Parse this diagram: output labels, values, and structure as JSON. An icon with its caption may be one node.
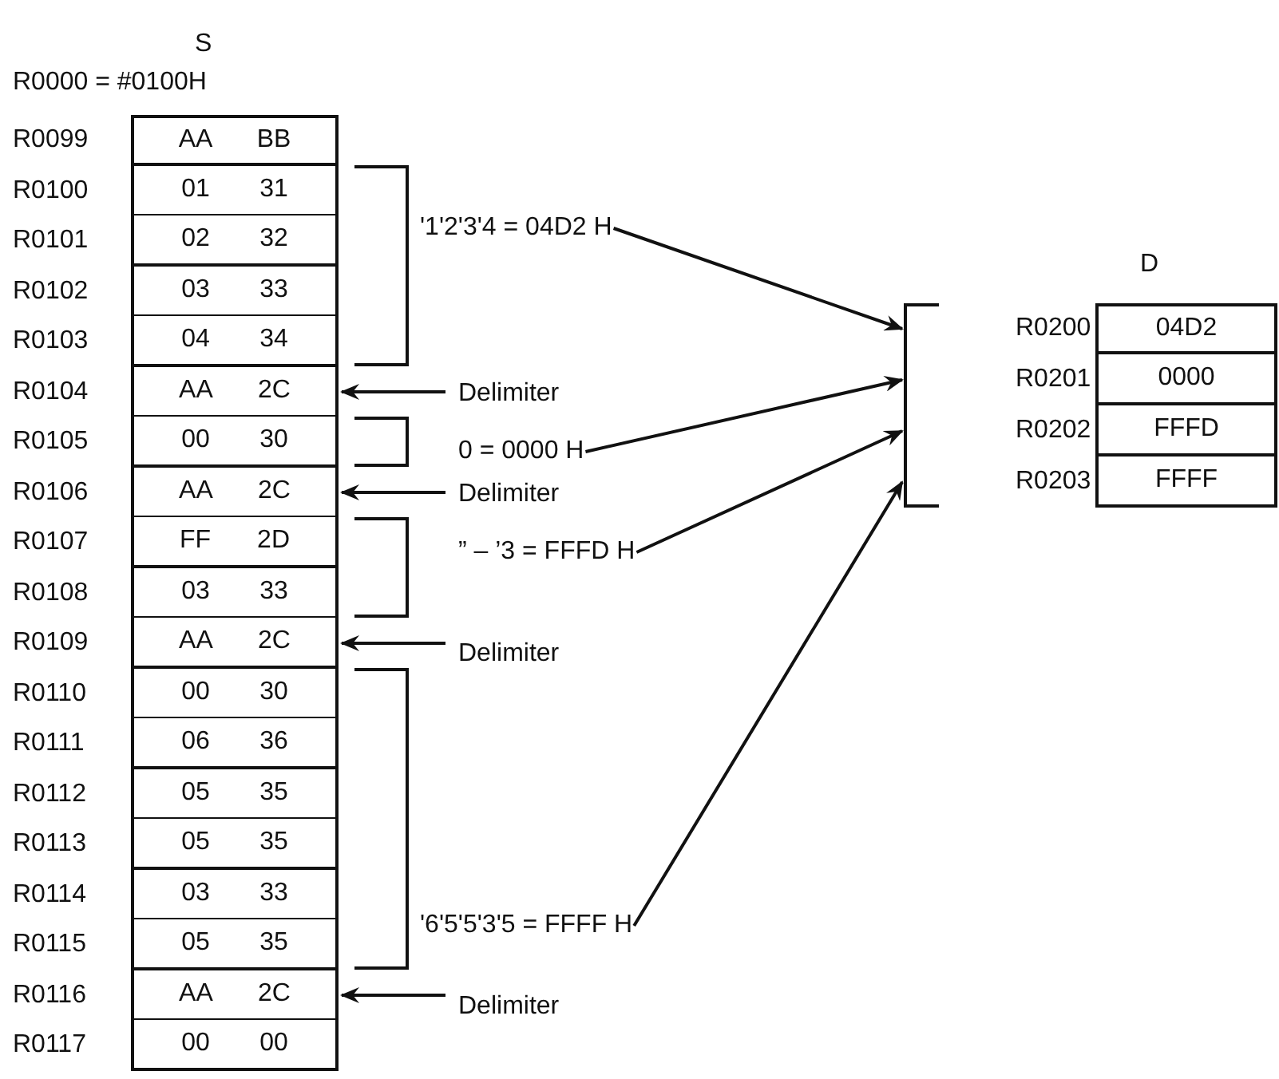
{
  "diagram": {
    "nodes": [
      {
        "text": [
          "AA",
          "BB"
        ],
        "beside": [
          "R0099"
        ]
      },
      {
        "text": [
          "01",
          "31"
        ],
        "beside": [
          "R0100"
        ]
      },
      {
        "text": [
          "02",
          "32"
        ],
        "beside": [
          "R0101"
        ]
      },
      {
        "text": [
          "03",
          "33"
        ],
        "beside": [
          "R0102"
        ]
      },
      {
        "text": [
          "04",
          "34"
        ],
        "beside": [
          "R0103"
        ]
      },
      {
        "text": [
          "AA",
          "2C"
        ],
        "beside": [
          "R0104"
        ]
      },
      {
        "text": [
          "00",
          "30"
        ],
        "beside": [
          "R0105"
        ]
      },
      {
        "text": [
          "AA",
          "2C"
        ],
        "beside": [
          "R0106"
        ]
      },
      {
        "text": [
          "FF",
          "2D"
        ],
        "beside": [
          "R0107"
        ]
      },
      {
        "text": [
          "03",
          "33"
        ],
        "beside": [
          "R0108"
        ]
      },
      {
        "text": [
          "AA",
          "2C"
        ],
        "beside": [
          "R0109"
        ]
      },
      {
        "text": [
          "00",
          "30"
        ],
        "beside": [
          "R0110"
        ]
      },
      {
        "text": [
          "06",
          "36"
        ],
        "beside": [
          "R0111"
        ]
      },
      {
        "text": [
          "05",
          "35"
        ],
        "beside": [
          "R0112"
        ]
      },
      {
        "text": [
          "05",
          "35"
        ],
        "beside": [
          "R0113"
        ]
      },
      {
        "text": [
          "03",
          "33"
        ],
        "beside": [
          "R0114"
        ]
      },
      {
        "text": [
          "05",
          "35"
        ],
        "beside": [
          "R0115"
        ]
      },
      {
        "text": [
          "AA",
          "2C"
        ],
        "beside": [
          "R0116"
        ]
      },
      {
        "text": [
          "00",
          "00"
        ],
        "beside": [
          "R0117"
        ]
      },
      {
        "text": [
          "'1'2'3'4 = 04D2 H"
        ]
      },
      {
        "text": [
          "Delimiter"
        ]
      },
      {
        "text": [
          "0 = 0000 H"
        ]
      },
      {
        "text": [
          "Delimiter"
        ]
      },
      {
        "text": [
          "” – ’3 = FFFD H"
        ]
      },
      {
        "text": [
          "Delimiter"
        ]
      },
      {
        "text": [
          "'6'5'5'3'5 = FFFF H"
        ]
      },
      {
        "text": [
          "Delimiter"
        ]
      },
      {
        "text": [],
        "shape": "bracket"
      },
      {
        "text": [
          "04D2"
        ],
        "beside": [
          "R0200"
        ]
      },
      {
        "text": [
          "0000"
        ],
        "beside": [
          "R0201"
        ]
      },
      {
        "text": [
          "FFFD"
        ],
        "beside": [
          "R0202"
        ]
      },
      {
        "text": [
          "FFFF"
        ],
        "beside": [
          "R0203"
        ]
      }
    ],
    "edges": [
      {
        "from": 19,
        "to": 27,
        "arrow": "to"
      },
      {
        "from": 20,
        "to": 5,
        "arrow": "to"
      },
      {
        "from": 21,
        "to": 27,
        "arrow": "to"
      },
      {
        "from": 22,
        "to": 7,
        "arrow": "to"
      },
      {
        "from": 23,
        "to": 27,
        "arrow": "to"
      },
      {
        "from": 24,
        "to": 10,
        "arrow": "to"
      },
      {
        "from": 25,
        "to": 27,
        "arrow": "to"
      },
      {
        "from": 26,
        "to": 17,
        "arrow": "to"
      }
    ],
    "labels": [
      "S",
      "R0000 = #0100H",
      "D"
    ]
  }
}
